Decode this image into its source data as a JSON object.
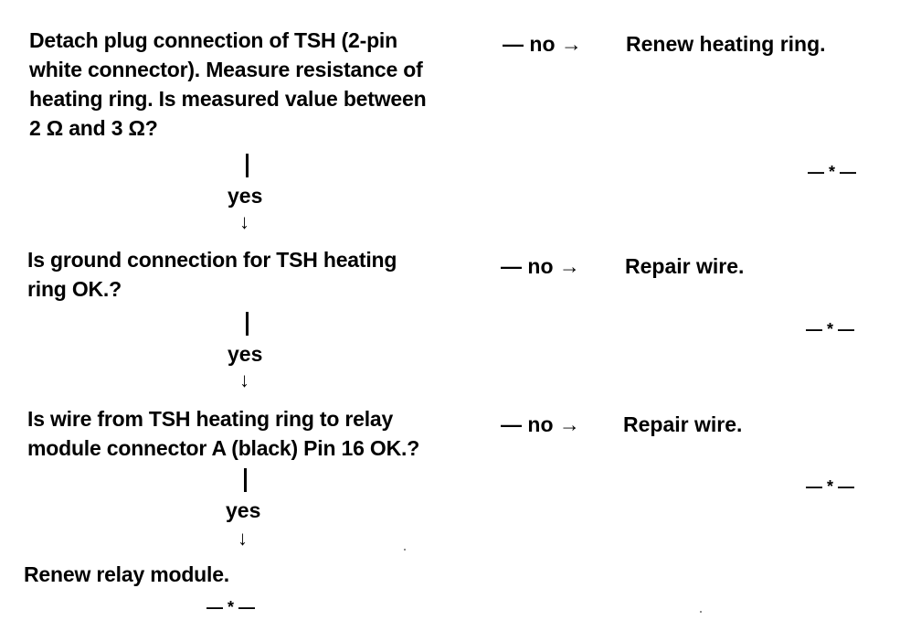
{
  "steps": [
    {
      "question_lines": [
        "Detach plug connection of TSH (2-pin",
        "white connector). Measure resistance of",
        "heating ring. Is measured value between",
        "2 Ω and  3 Ω?"
      ],
      "no_label": "— no →",
      "no_action": "Renew heating ring.",
      "end_mark": "— * —",
      "yes_label": "yes",
      "arrow": "↓"
    },
    {
      "question_lines": [
        "Is ground connection for TSH heating",
        "ring OK.?"
      ],
      "no_label": "— no →",
      "no_action": "Repair wire.",
      "end_mark": "— * —",
      "yes_label": "yes",
      "arrow": "↓"
    },
    {
      "question_lines": [
        "Is wire from TSH heating ring to relay",
        "module connector A (black) Pin 16 OK.?"
      ],
      "no_label": "— no →",
      "no_action": "Repair wire.",
      "end_mark": "— * —",
      "yes_label": "yes",
      "arrow": "↓"
    }
  ],
  "final": {
    "action": "Renew relay module.",
    "end_mark": "— * —"
  }
}
